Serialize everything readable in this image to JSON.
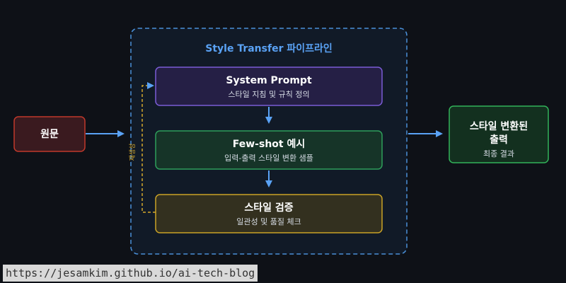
{
  "pipeline": {
    "title": "Style Transfer 파이프라인"
  },
  "source": {
    "label": "원문"
  },
  "steps": [
    {
      "title": "System Prompt",
      "subtitle": "스타일 지침 및 규칙 정의"
    },
    {
      "title": "Few-shot 예시",
      "subtitle": "입력-출력 스타일 변환 샘플"
    },
    {
      "title": "스타일 검증",
      "subtitle": "일관성 및 품질 체크"
    }
  ],
  "output": {
    "title_line1": "스타일 변환된",
    "title_line2": "출력",
    "subtitle": "최종 결과"
  },
  "loop": {
    "label": "재생성"
  },
  "footer": {
    "url": "https://jesamkim.github.io/ai-tech-blog"
  },
  "colors": {
    "background": "#0e1117",
    "pipeline_border": "#4a90d9",
    "arrow": "#5aa2f5",
    "source_fill": "#3a1a1f",
    "source_border": "#c0392b",
    "system_fill": "#251f45",
    "system_border": "#7b5cd6",
    "fewshot_fill": "#163428",
    "fewshot_border": "#2e9e5b",
    "verify_fill": "#33301f",
    "verify_border": "#c9a227",
    "output_fill": "#13301f",
    "output_border": "#32b35a",
    "loop": "#d4a72c"
  }
}
